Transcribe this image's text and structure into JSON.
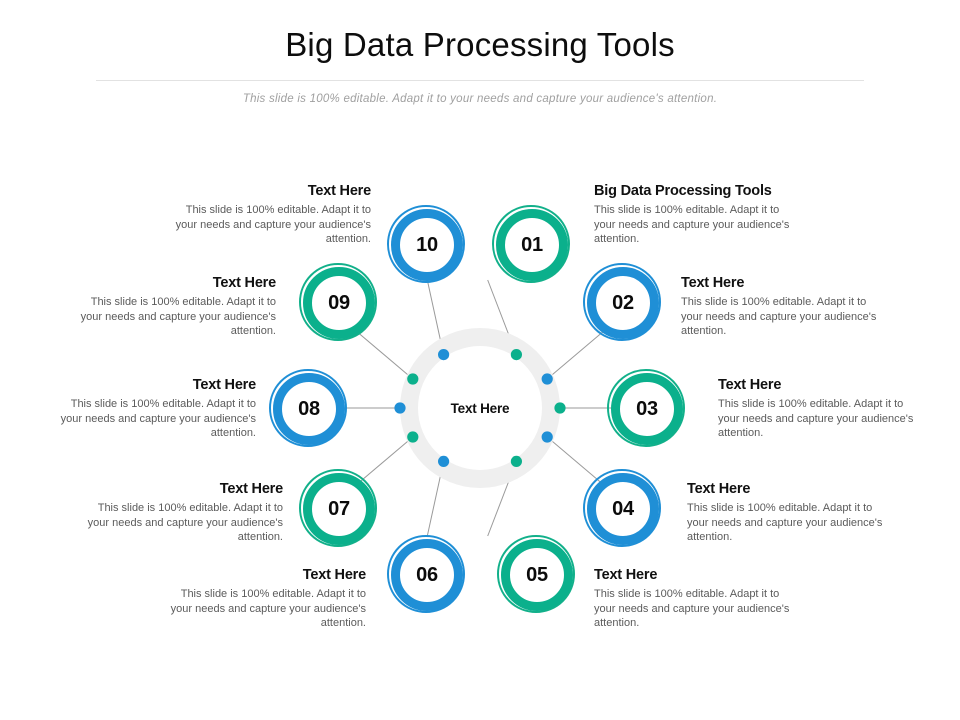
{
  "header": {
    "title": "Big Data Processing Tools",
    "subtitle": "This slide is 100% editable. Adapt it to your needs and capture your audience's attention."
  },
  "diagram": {
    "type": "circular-hub-and-spoke",
    "center": {
      "label": "Text Here"
    },
    "body_text": "This slide is 100% editable. Adapt it to your needs and capture your audience's attention.",
    "colors": {
      "blue": "#1f8fd6",
      "green": "#0bb08c",
      "hub_ring": "#efefef",
      "connector": "#9a9a9a",
      "heading": "#111111",
      "body": "#5b5b5b"
    },
    "nodes": [
      {
        "number": "01",
        "color": "green",
        "heading": "Big Data Processing Tools",
        "side": "right"
      },
      {
        "number": "02",
        "color": "blue",
        "heading": "Text Here",
        "side": "right"
      },
      {
        "number": "03",
        "color": "green",
        "heading": "Text Here",
        "side": "right"
      },
      {
        "number": "04",
        "color": "blue",
        "heading": "Text Here",
        "side": "right"
      },
      {
        "number": "05",
        "color": "green",
        "heading": "Text Here",
        "side": "right"
      },
      {
        "number": "06",
        "color": "blue",
        "heading": "Text Here",
        "side": "left"
      },
      {
        "number": "07",
        "color": "green",
        "heading": "Text Here",
        "side": "left"
      },
      {
        "number": "08",
        "color": "blue",
        "heading": "Text Here",
        "side": "left"
      },
      {
        "number": "09",
        "color": "green",
        "heading": "Text Here",
        "side": "left"
      },
      {
        "number": "10",
        "color": "blue",
        "heading": "Text Here",
        "side": "left"
      }
    ]
  }
}
